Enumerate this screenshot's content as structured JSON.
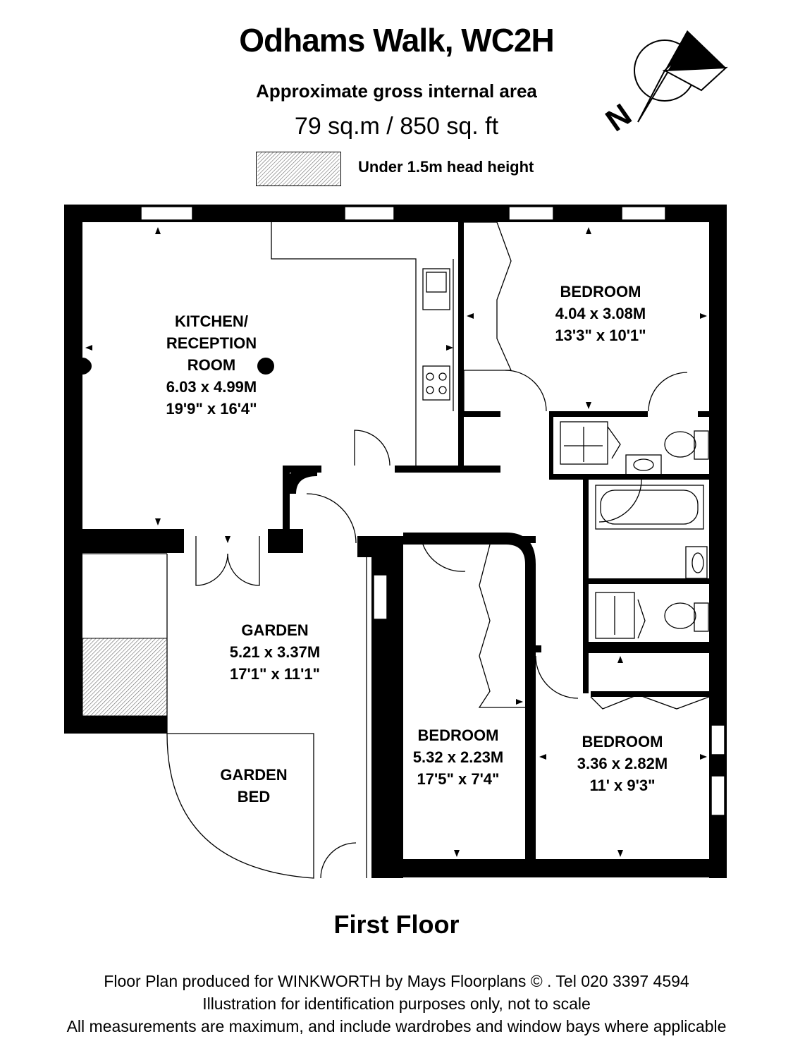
{
  "header": {
    "title": "Odhams Walk, WC2H",
    "subtitle": "Approximate gross internal area",
    "area": "79 sq.m  /  850 sq. ft"
  },
  "legend": {
    "label": "Under 1.5m head height"
  },
  "compass": {
    "label": "N"
  },
  "rooms": {
    "kitchen": {
      "name1": "KITCHEN/",
      "name2": "RECEPTION",
      "name3": "ROOM",
      "dim_m": "6.03 x 4.99M",
      "dim_ft": "19'9\" x 16'4\""
    },
    "bedroom1": {
      "name": "BEDROOM",
      "dim_m": "4.04 x 3.08M",
      "dim_ft": "13'3\" x 10'1\""
    },
    "garden": {
      "name": "GARDEN",
      "dim_m": "5.21 x 3.37M",
      "dim_ft": "17'1\" x 11'1\""
    },
    "garden_bed": {
      "name1": "GARDEN",
      "name2": "BED"
    },
    "bedroom2": {
      "name": "BEDROOM",
      "dim_m": "5.32 x 2.23M",
      "dim_ft": "17'5\" x 7'4\""
    },
    "bedroom3": {
      "name": "BEDROOM",
      "dim_m": "3.36 x 2.82M",
      "dim_ft": "11' x 9'3\""
    }
  },
  "floor_label": "First Floor",
  "footer": {
    "line1": "Floor Plan produced for WINKWORTH by Mays Floorplans  © . Tel 020 3397 4594",
    "line2": "Illustration for identification purposes only, not to scale",
    "line3": "All measurements are maximum, and include wardrobes and window bays where applicable"
  }
}
